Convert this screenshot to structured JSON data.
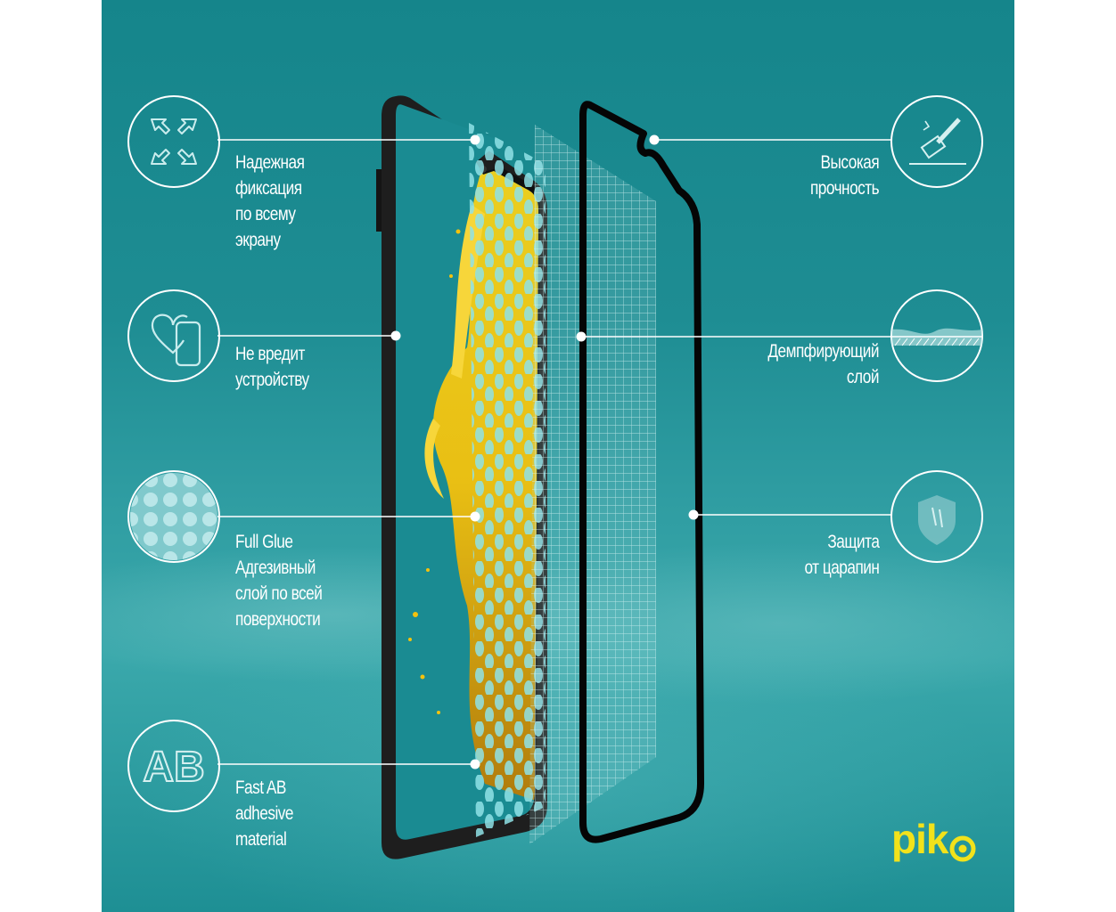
{
  "brand": {
    "logo_text": "pik",
    "logo_color": "#f2e21b"
  },
  "colors": {
    "background": "#1e8d93",
    "line": "#ffffff",
    "splash": "#f4c20d"
  },
  "features_left": [
    {
      "lines": [
        "Надежная",
        "фиксация",
        "по всему",
        "экрану"
      ],
      "icon": "expand-arrows-icon"
    },
    {
      "lines": [
        "Не вредит",
        "устройству"
      ],
      "icon": "heart-phone-icon"
    },
    {
      "lines": [
        "Full Glue",
        "Адгезивный",
        "слой по всей",
        "поверхности"
      ],
      "icon": "dots-pattern-icon"
    },
    {
      "lines": [
        "Fast AB",
        "adhesive",
        "material"
      ],
      "icon": "ab-adhesive-icon",
      "icon_text": "AB"
    }
  ],
  "features_right": [
    {
      "lines": [
        "Высокая",
        "прочность"
      ],
      "icon": "hammer-icon"
    },
    {
      "lines": [
        "Демпфирующий",
        "слой"
      ],
      "icon": "damping-layer-icon"
    },
    {
      "lines": [
        "Защита",
        "от царапин"
      ],
      "icon": "shield-icon"
    }
  ]
}
